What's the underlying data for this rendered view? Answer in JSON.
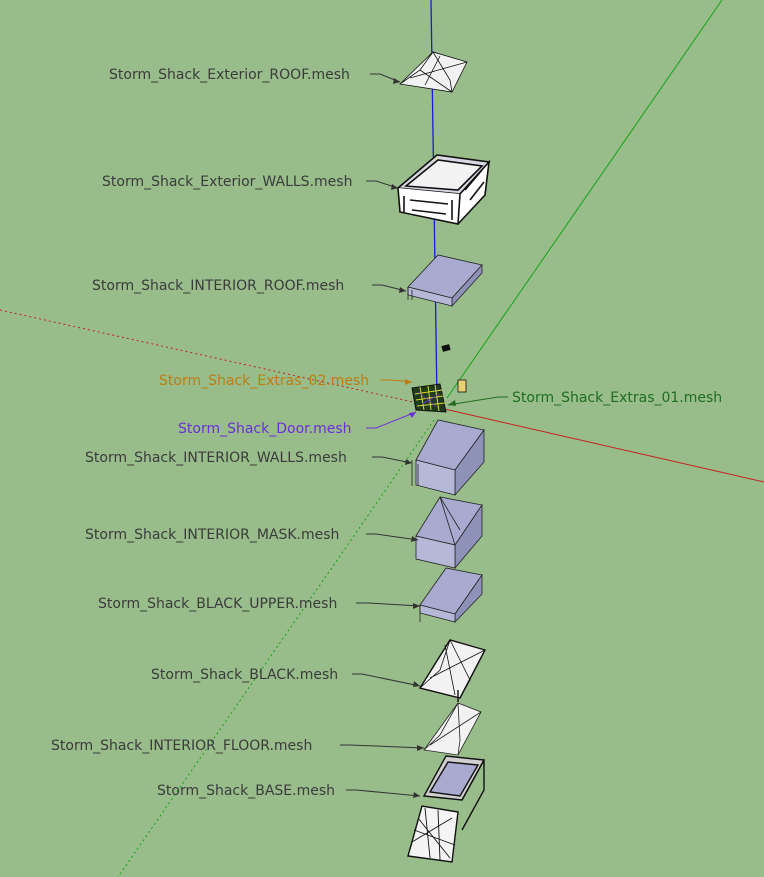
{
  "colors": {
    "background": "#98bd8b",
    "label_default": "#3b3b3b",
    "label_orange": "#c07c10",
    "label_purple": "#6a2fd6",
    "label_green": "#1f6e1f",
    "axis_blue": "#1a1ad8",
    "axis_red": "#c81e1e",
    "axis_green": "#13a313",
    "mesh_fill": "#a8abcf",
    "mesh_white": "#f2f2f2",
    "mesh_edge": "#111111"
  },
  "labels": {
    "ext_roof": "Storm_Shack_Exterior_ROOF.mesh",
    "ext_walls": "Storm_Shack_Exterior_WALLS.mesh",
    "int_roof": "Storm_Shack_INTERIOR_ROOF.mesh",
    "extras_02": "Storm_Shack_Extras_02.mesh",
    "extras_01": "Storm_Shack_Extras_01.mesh",
    "door": "Storm_Shack_Door.mesh",
    "int_walls": "Storm_Shack_INTERIOR_WALLS.mesh",
    "int_mask": "Storm_Shack_INTERIOR_MASK.mesh",
    "black_upper": "Storm_Shack_BLACK_UPPER.mesh",
    "black": "Storm_Shack_BLACK.mesh",
    "int_floor": "Storm_Shack_INTERIOR_FLOOR.mesh",
    "base": "Storm_Shack_BASE.mesh"
  }
}
